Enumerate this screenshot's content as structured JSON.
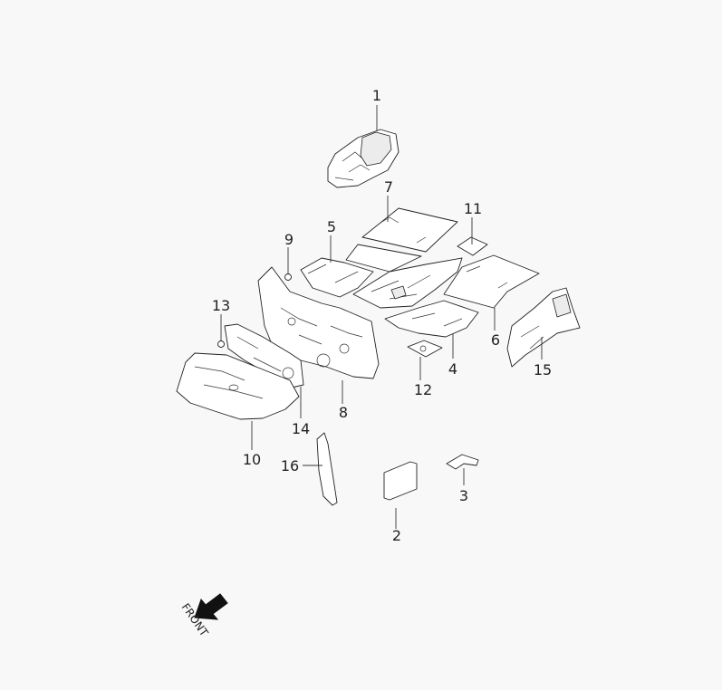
{
  "diagram": {
    "callouts": [
      {
        "id": "c1",
        "label": "1"
      },
      {
        "id": "c2",
        "label": "2"
      },
      {
        "id": "c3",
        "label": "3"
      },
      {
        "id": "c4",
        "label": "4"
      },
      {
        "id": "c5",
        "label": "5"
      },
      {
        "id": "c6",
        "label": "6"
      },
      {
        "id": "c7",
        "label": "7"
      },
      {
        "id": "c8",
        "label": "8"
      },
      {
        "id": "c9",
        "label": "9"
      },
      {
        "id": "c10",
        "label": "10"
      },
      {
        "id": "c11",
        "label": "11"
      },
      {
        "id": "c12",
        "label": "12"
      },
      {
        "id": "c13",
        "label": "13"
      },
      {
        "id": "c14",
        "label": "14"
      },
      {
        "id": "c15",
        "label": "15"
      },
      {
        "id": "c16",
        "label": "16"
      }
    ],
    "front_label": "FRONT"
  }
}
